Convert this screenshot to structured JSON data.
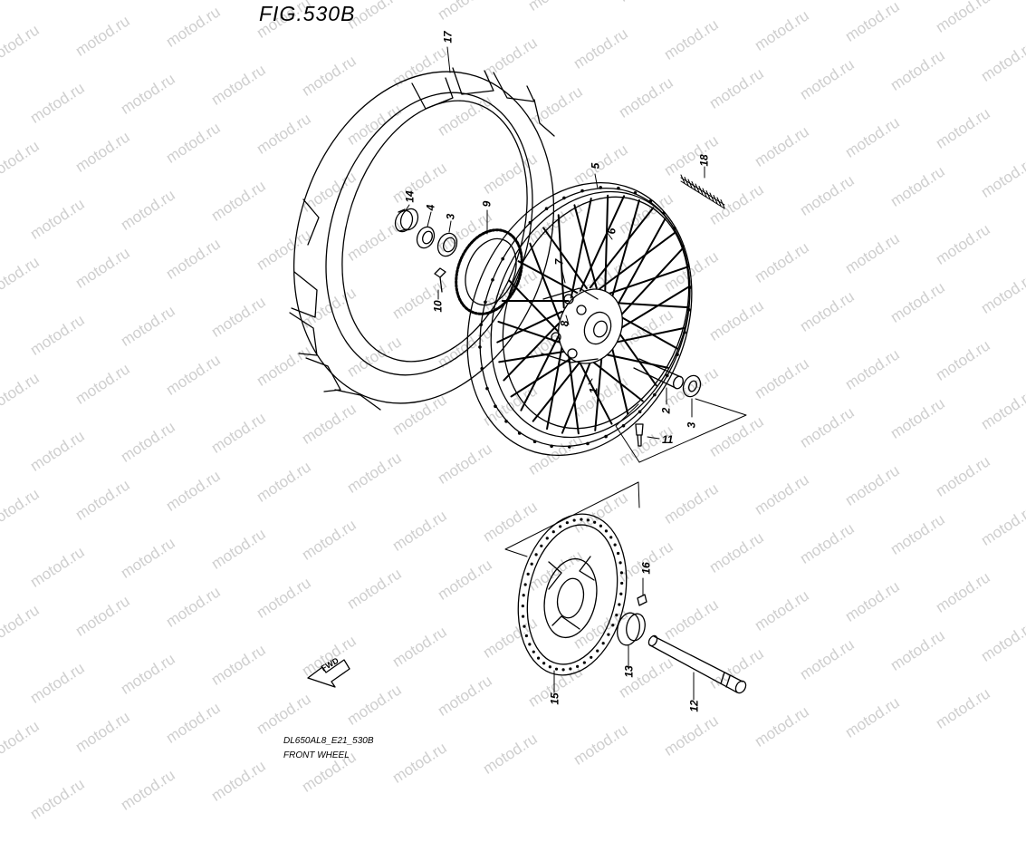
{
  "figure": {
    "title": "FIG.530B",
    "model_code": "DL650AL8_E21_530B",
    "description": "FRONT WHEEL",
    "direction_label": "FWD",
    "watermark": "motod.ru"
  },
  "parts": [
    {
      "number": "1"
    },
    {
      "number": "2"
    },
    {
      "number": "3"
    },
    {
      "number": "3"
    },
    {
      "number": "4"
    },
    {
      "number": "5"
    },
    {
      "number": "6"
    },
    {
      "number": "7"
    },
    {
      "number": "8"
    },
    {
      "number": "9"
    },
    {
      "number": "10"
    },
    {
      "number": "11"
    },
    {
      "number": "12"
    },
    {
      "number": "13"
    },
    {
      "number": "14"
    },
    {
      "number": "15"
    },
    {
      "number": "16"
    },
    {
      "number": "17"
    },
    {
      "number": "18"
    }
  ],
  "colors": {
    "line": "#000000",
    "watermark": "#cfcfcf",
    "background": "#ffffff"
  }
}
